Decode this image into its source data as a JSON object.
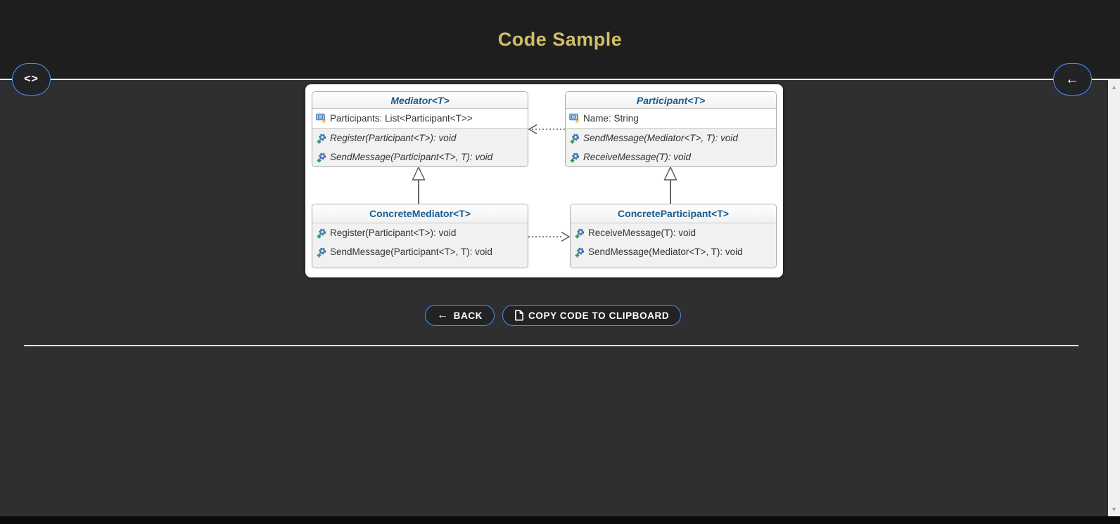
{
  "header": {
    "title": "Code Sample"
  },
  "nav": {
    "code_toggle_glyph": "<>",
    "back_arrow_glyph": "←"
  },
  "diagram": {
    "classes": [
      {
        "title": "Mediator<T>",
        "stereotype": "abstract",
        "fields": [
          "Participants: List<Participant<T>>"
        ],
        "methods": [
          "Register(Participant<T>): void",
          "SendMessage(Participant<T>, T): void"
        ]
      },
      {
        "title": "Participant<T>",
        "stereotype": "abstract",
        "fields": [
          "Name: String"
        ],
        "methods": [
          "SendMessage(Mediator<T>, T): void",
          "ReceiveMessage(T): void"
        ]
      },
      {
        "title": "ConcreteMediator<T>",
        "stereotype": "concrete",
        "fields": [],
        "methods": [
          "Register(Participant<T>): void",
          "SendMessage(Participant<T>, T): void"
        ]
      },
      {
        "title": "ConcreteParticipant<T>",
        "stereotype": "concrete",
        "fields": [],
        "methods": [
          "ReceiveMessage(T): void",
          "SendMessage(Mediator<T>, T): void"
        ]
      }
    ],
    "relations": [
      {
        "type": "dashed-dependency",
        "from": "Participant<T>",
        "to": "Mediator<T>"
      },
      {
        "type": "inheritance",
        "from": "ConcreteMediator<T>",
        "to": "Mediator<T>"
      },
      {
        "type": "inheritance",
        "from": "ConcreteParticipant<T>",
        "to": "Participant<T>"
      },
      {
        "type": "dashed-dependency",
        "from": "ConcreteMediator<T>",
        "to": "ConcreteParticipant<T>"
      }
    ]
  },
  "actions": {
    "back_label": "BACK",
    "back_glyph": "←",
    "copy_label": "COPY CODE TO CLIPBOARD"
  },
  "scrollbar": {
    "up_glyph": "▲",
    "down_glyph": "▼"
  },
  "colors": {
    "title_gold": "#d0bf6a",
    "accent_blue": "#4a8cf7",
    "class_title_blue": "#1a5c8f",
    "header_bg": "#1e1e1f",
    "content_bg": "#2f2f31"
  }
}
